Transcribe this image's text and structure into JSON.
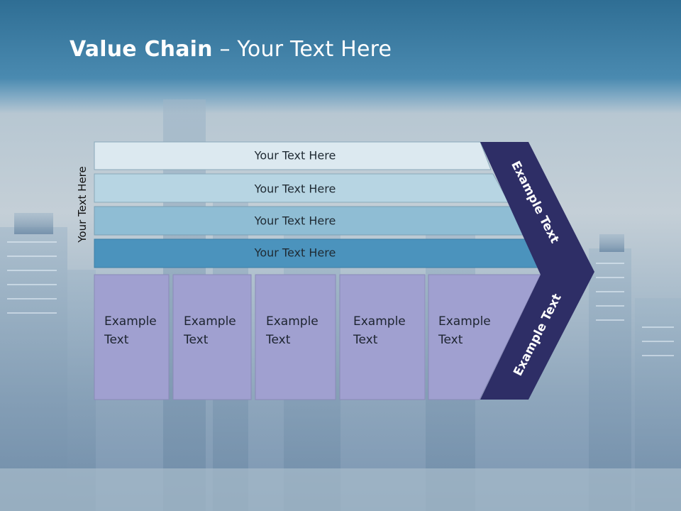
{
  "title": {
    "bold": "Value Chain",
    "rest": " – Your Text Here"
  },
  "vertical_label": "Your Text Here",
  "rows": [
    {
      "label": "Your Text Here",
      "color": "#dce9f0"
    },
    {
      "label": "Your Text Here",
      "color": "#b7d5e3"
    },
    {
      "label": "Your Text Here",
      "color": "#8fbdd4"
    },
    {
      "label": "Your Text Here",
      "color": "#4b93bd"
    }
  ],
  "cells": [
    {
      "line1": "Example",
      "line2": "Text"
    },
    {
      "line1": "Example",
      "line2": "Text"
    },
    {
      "line1": "Example",
      "line2": "Text"
    },
    {
      "line1": "Example",
      "line2": "Text"
    },
    {
      "line1": "Example",
      "line2": "Text"
    }
  ],
  "chevron": {
    "upper": "Example Text",
    "lower": "Example Text",
    "color": "#2e2e66"
  },
  "colors": {
    "cell_fill": "#a0a0d0",
    "cell_stroke": "#8a8ab8"
  }
}
